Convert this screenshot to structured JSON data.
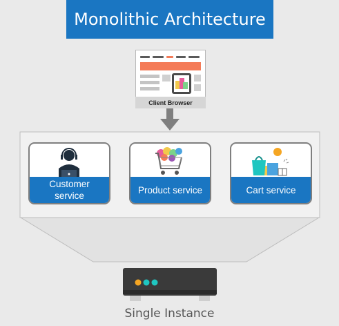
{
  "title": "Monolithic Architecture",
  "client": {
    "label": "Client Browser"
  },
  "services": [
    {
      "label": "Customer service"
    },
    {
      "label": "Product service"
    },
    {
      "label": "Cart service"
    }
  ],
  "server": {
    "label": "Single Instance"
  },
  "colors": {
    "primary_blue": "#1a76c2",
    "accent_orange": "#f47b58",
    "background": "#eaeaea",
    "server_body": "#3a3a3a",
    "led_orange": "#f5a623",
    "led_teal": "#1fc6c0"
  }
}
